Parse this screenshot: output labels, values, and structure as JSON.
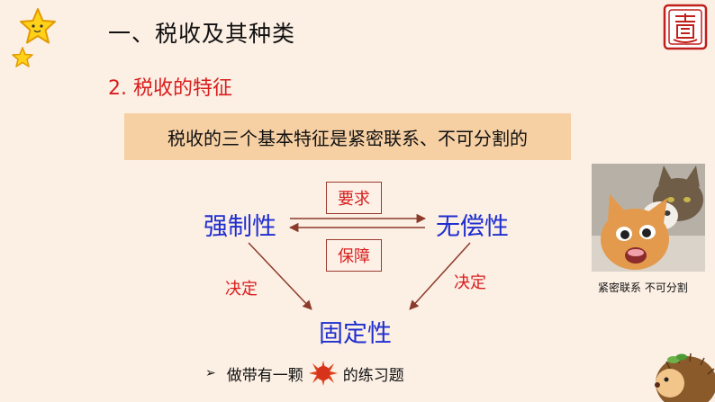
{
  "title": "一、税收及其种类",
  "subtitle": "2. 税收的特征",
  "banner": "税收的三个基本特征是紧密联系、不可分割的",
  "diagram": {
    "left_node": "强制性",
    "right_node": "无偿性",
    "bottom_node": "固定性",
    "top_box": "要求",
    "middle_box": "保障",
    "left_edge_label": "决定",
    "right_edge_label": "决定"
  },
  "photo_caption": "紧密联系  不可分割",
  "footer_note": {
    "prefix": "做带有一颗",
    "suffix": "的练习题"
  },
  "colors": {
    "background": "#fcefe4",
    "accent_red": "#d81e1e",
    "node_blue": "#1f2ecf",
    "banner": "#f6cfa3",
    "arrow": "#8b3a2b"
  }
}
